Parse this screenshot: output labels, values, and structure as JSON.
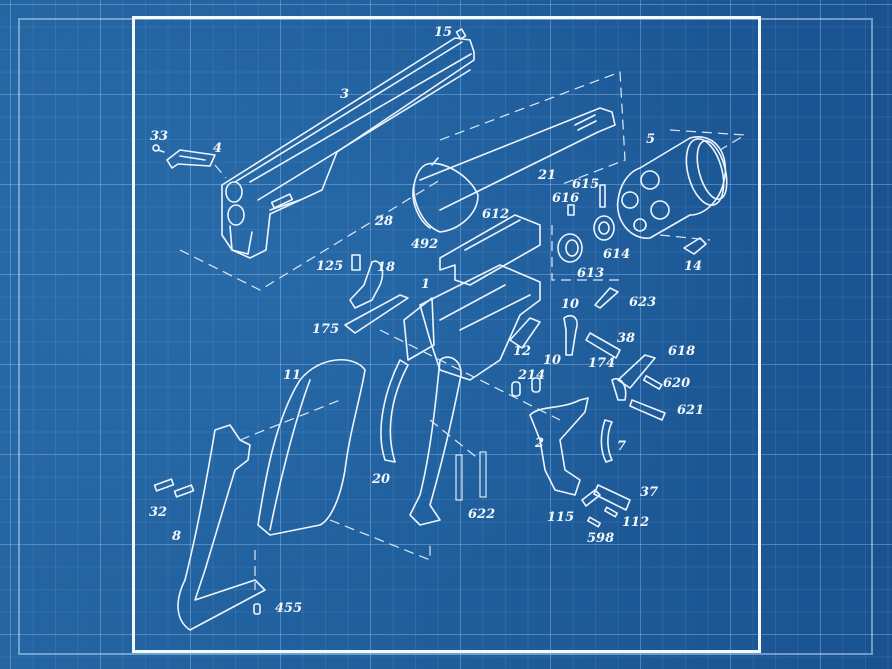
{
  "diagram": {
    "type": "exploded-parts-blueprint",
    "subject": "revolver",
    "colors": {
      "background": "#1f5f9c",
      "grid": "#8cbef0",
      "lines": "#eef5ff",
      "frame_inner": "#f4f9ff"
    },
    "parts": [
      {
        "id": "p15",
        "label": "15"
      },
      {
        "id": "p3",
        "label": "3"
      },
      {
        "id": "p33",
        "label": "33"
      },
      {
        "id": "p4",
        "label": "4"
      },
      {
        "id": "p5",
        "label": "5"
      },
      {
        "id": "p21",
        "label": "21"
      },
      {
        "id": "p615",
        "label": "615"
      },
      {
        "id": "p616",
        "label": "616"
      },
      {
        "id": "p28",
        "label": "28"
      },
      {
        "id": "p612",
        "label": "612"
      },
      {
        "id": "p492",
        "label": "492"
      },
      {
        "id": "p614",
        "label": "614"
      },
      {
        "id": "p14",
        "label": "14"
      },
      {
        "id": "p613",
        "label": "613"
      },
      {
        "id": "p125",
        "label": "125"
      },
      {
        "id": "p18",
        "label": "18"
      },
      {
        "id": "p623",
        "label": "623"
      },
      {
        "id": "p1",
        "label": "1"
      },
      {
        "id": "p10a",
        "label": "10"
      },
      {
        "id": "p175",
        "label": "175"
      },
      {
        "id": "p38",
        "label": "38"
      },
      {
        "id": "p12",
        "label": "12"
      },
      {
        "id": "p618",
        "label": "618"
      },
      {
        "id": "p10b",
        "label": "10"
      },
      {
        "id": "p11",
        "label": "11"
      },
      {
        "id": "p174",
        "label": "174"
      },
      {
        "id": "p214",
        "label": "214"
      },
      {
        "id": "p620",
        "label": "620"
      },
      {
        "id": "p621",
        "label": "621"
      },
      {
        "id": "p2",
        "label": "2"
      },
      {
        "id": "p7",
        "label": "7"
      },
      {
        "id": "p20",
        "label": "20"
      },
      {
        "id": "p32",
        "label": "32"
      },
      {
        "id": "p37",
        "label": "37"
      },
      {
        "id": "p622",
        "label": "622"
      },
      {
        "id": "p115",
        "label": "115"
      },
      {
        "id": "p112",
        "label": "112"
      },
      {
        "id": "p8",
        "label": "8"
      },
      {
        "id": "p598",
        "label": "598"
      },
      {
        "id": "p455",
        "label": "455"
      }
    ]
  }
}
